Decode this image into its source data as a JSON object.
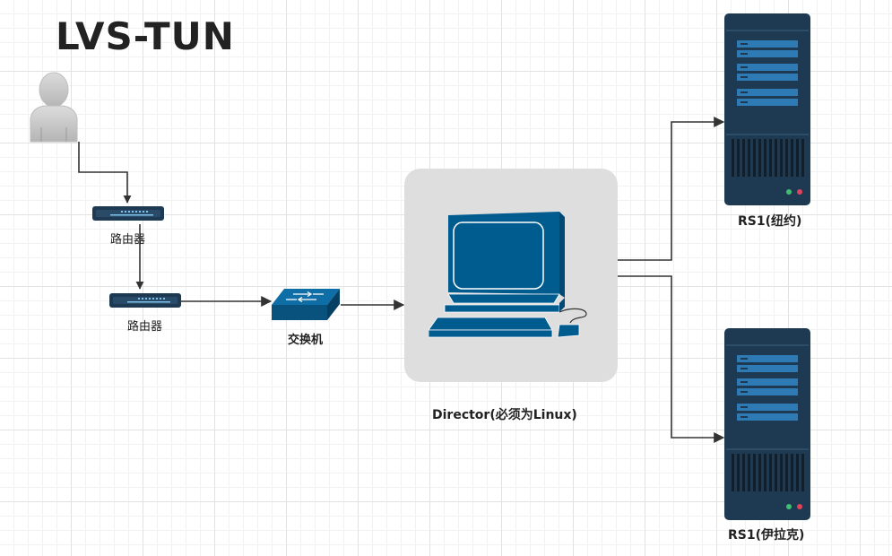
{
  "title": "LVS-TUN",
  "nodes": {
    "client": {
      "icon": "user-icon"
    },
    "router1": {
      "label": "路由器",
      "icon": "router-icon"
    },
    "router2": {
      "label": "路由器",
      "icon": "router-icon"
    },
    "switch": {
      "label": "交换机",
      "icon": "switch-icon"
    },
    "director": {
      "label": "Director(必须为Linux)",
      "icon": "computer-icon"
    },
    "rs_top": {
      "label": "RS1(纽约)",
      "icon": "server-icon"
    },
    "rs_bottom": {
      "label": "RS1(伊拉克)",
      "icon": "server-icon"
    }
  },
  "colors": {
    "device": "#1e3a52",
    "device_accent": "#2e7ab5",
    "computer": "#005b8f",
    "edge": "#333333"
  }
}
